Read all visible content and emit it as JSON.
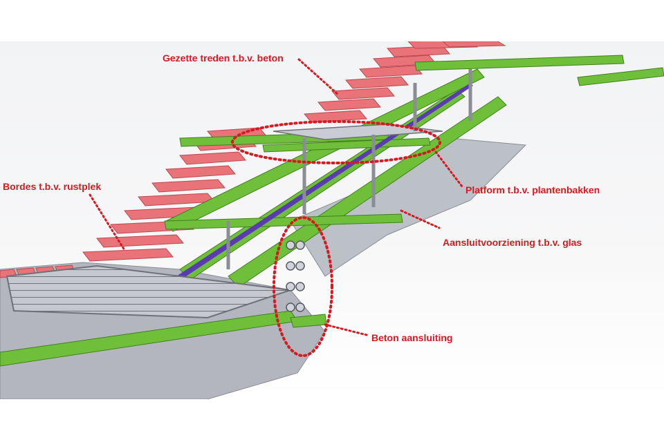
{
  "callouts": {
    "treads": "Gezette treden t.b.v. beton",
    "landing": "Bordes t.b.v. rustplek",
    "platform": "Platform t.b.v. plantenbakken",
    "glass": "Aansluitvoorziening t.b.v. glas",
    "concrete": "Beton aansluiting"
  },
  "colors": {
    "label": "#d71920",
    "tread": "#e8747a",
    "beam": "#6fbf3a",
    "steel": "#b9bcc4",
    "glazing_rail": "#5a3bb0"
  }
}
